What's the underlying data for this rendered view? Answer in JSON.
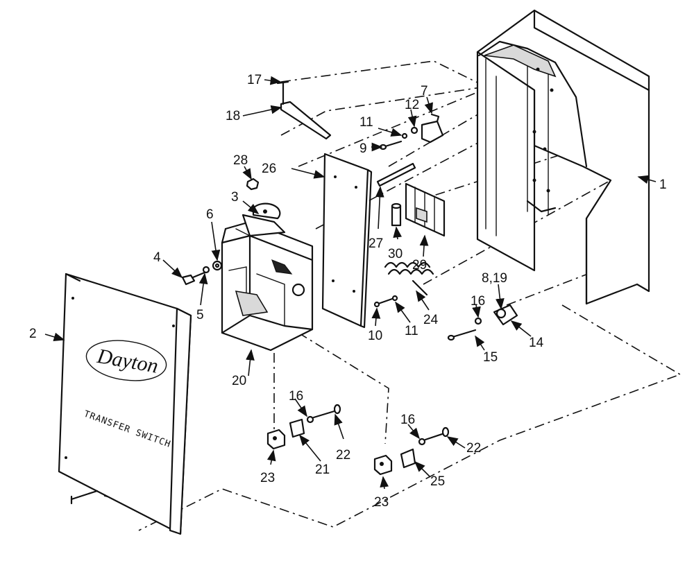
{
  "cover": {
    "brand": "Dayton",
    "caption": "TRANSFER SWITCH"
  },
  "callouts": {
    "c1": "1",
    "c2": "2",
    "c3": "3",
    "c4": "4",
    "c5": "5",
    "c6": "6",
    "c7": "7",
    "c8_19": "8,19",
    "c9": "9",
    "c10": "10",
    "c11a": "11",
    "c11b": "11",
    "c12": "12",
    "c14": "14",
    "c15": "15",
    "c16a": "16",
    "c16b": "16",
    "c16c": "16",
    "c17": "17",
    "c18": "18",
    "c20": "20",
    "c21": "21",
    "c22a": "22",
    "c22b": "22",
    "c23a": "23",
    "c23b": "23",
    "c24": "24",
    "c25": "25",
    "c26": "26",
    "c27": "27",
    "c28": "28",
    "c29": "29",
    "c30": "30"
  }
}
